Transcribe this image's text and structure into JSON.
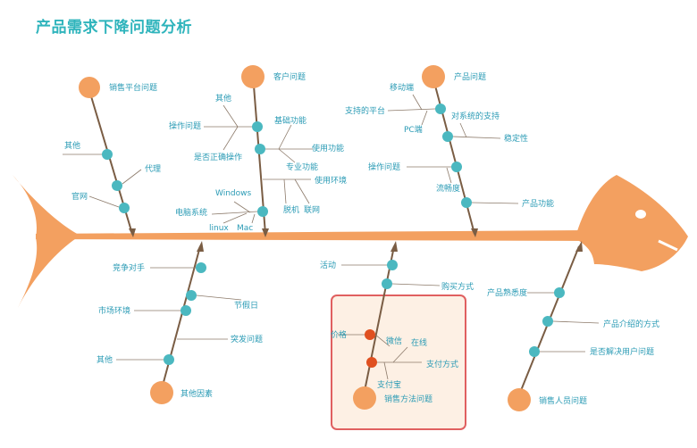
{
  "title": "产品需求下降问题分析",
  "colors": {
    "fish": "#f3a060",
    "bone": "#7a5d44",
    "node": "#4bb8c0",
    "highlight_node": "#e05020",
    "label": "#2b9bb5",
    "title": "#2fb4bc",
    "highlight_box_border": "#e06060",
    "highlight_box_fill": "#fdf0e4"
  },
  "top_bones": [
    {
      "head": "销售平台问题",
      "items": [
        "其他",
        "代理",
        "官网"
      ]
    },
    {
      "head": "客户问题",
      "items": [
        "其他",
        "操作问题",
        "是否正确操作",
        "基础功能",
        "使用功能",
        "专业功能",
        "使用环境",
        "脱机",
        "联网",
        "Windows",
        "电脑系统",
        "linux",
        "Mac"
      ]
    },
    {
      "head": "产品问题",
      "items": [
        "移动端",
        "支持的平台",
        "PC端",
        "对系统的支持",
        "稳定性",
        "操作问题",
        "流畅度",
        "产品功能"
      ]
    }
  ],
  "bottom_bones": [
    {
      "head": "其他因素",
      "items": [
        "竞争对手",
        "节假日",
        "市场环境",
        "突发问题",
        "其他"
      ]
    },
    {
      "head": "销售方法问题",
      "items": [
        "活动",
        "购买方式",
        "价格",
        "微信",
        "在线",
        "支付方式",
        "支付宝"
      ]
    },
    {
      "head": "销售人员问题",
      "items": [
        "产品熟悉度",
        "产品介绍的方式",
        "是否解决用户问题"
      ]
    }
  ]
}
